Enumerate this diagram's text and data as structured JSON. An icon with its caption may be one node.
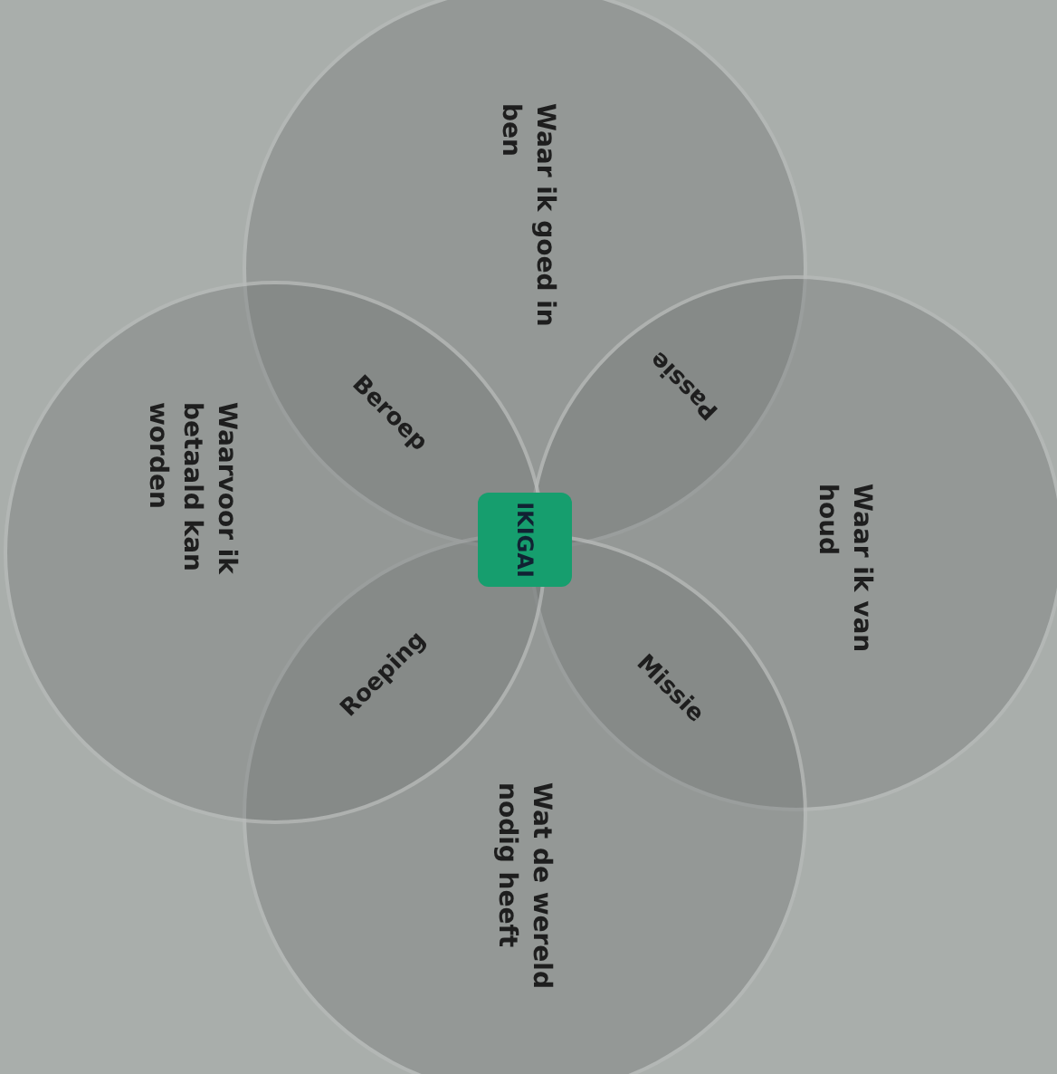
{
  "diagram": {
    "nodes": [
      {
        "text": [
          "Waar ik goed in ben"
        ]
      },
      {
        "text": [
          "Waar ik van houd"
        ]
      },
      {
        "text": [
          "Wat de wereld nodig heeft"
        ]
      },
      {
        "text": [
          "Waarvoor ik betaald kan worden"
        ]
      },
      {
        "text": [
          "IKIGAI"
        ]
      }
    ],
    "edges": [],
    "labels": [
      "Beroep",
      "Passie",
      "Roeping",
      "Missie"
    ]
  }
}
